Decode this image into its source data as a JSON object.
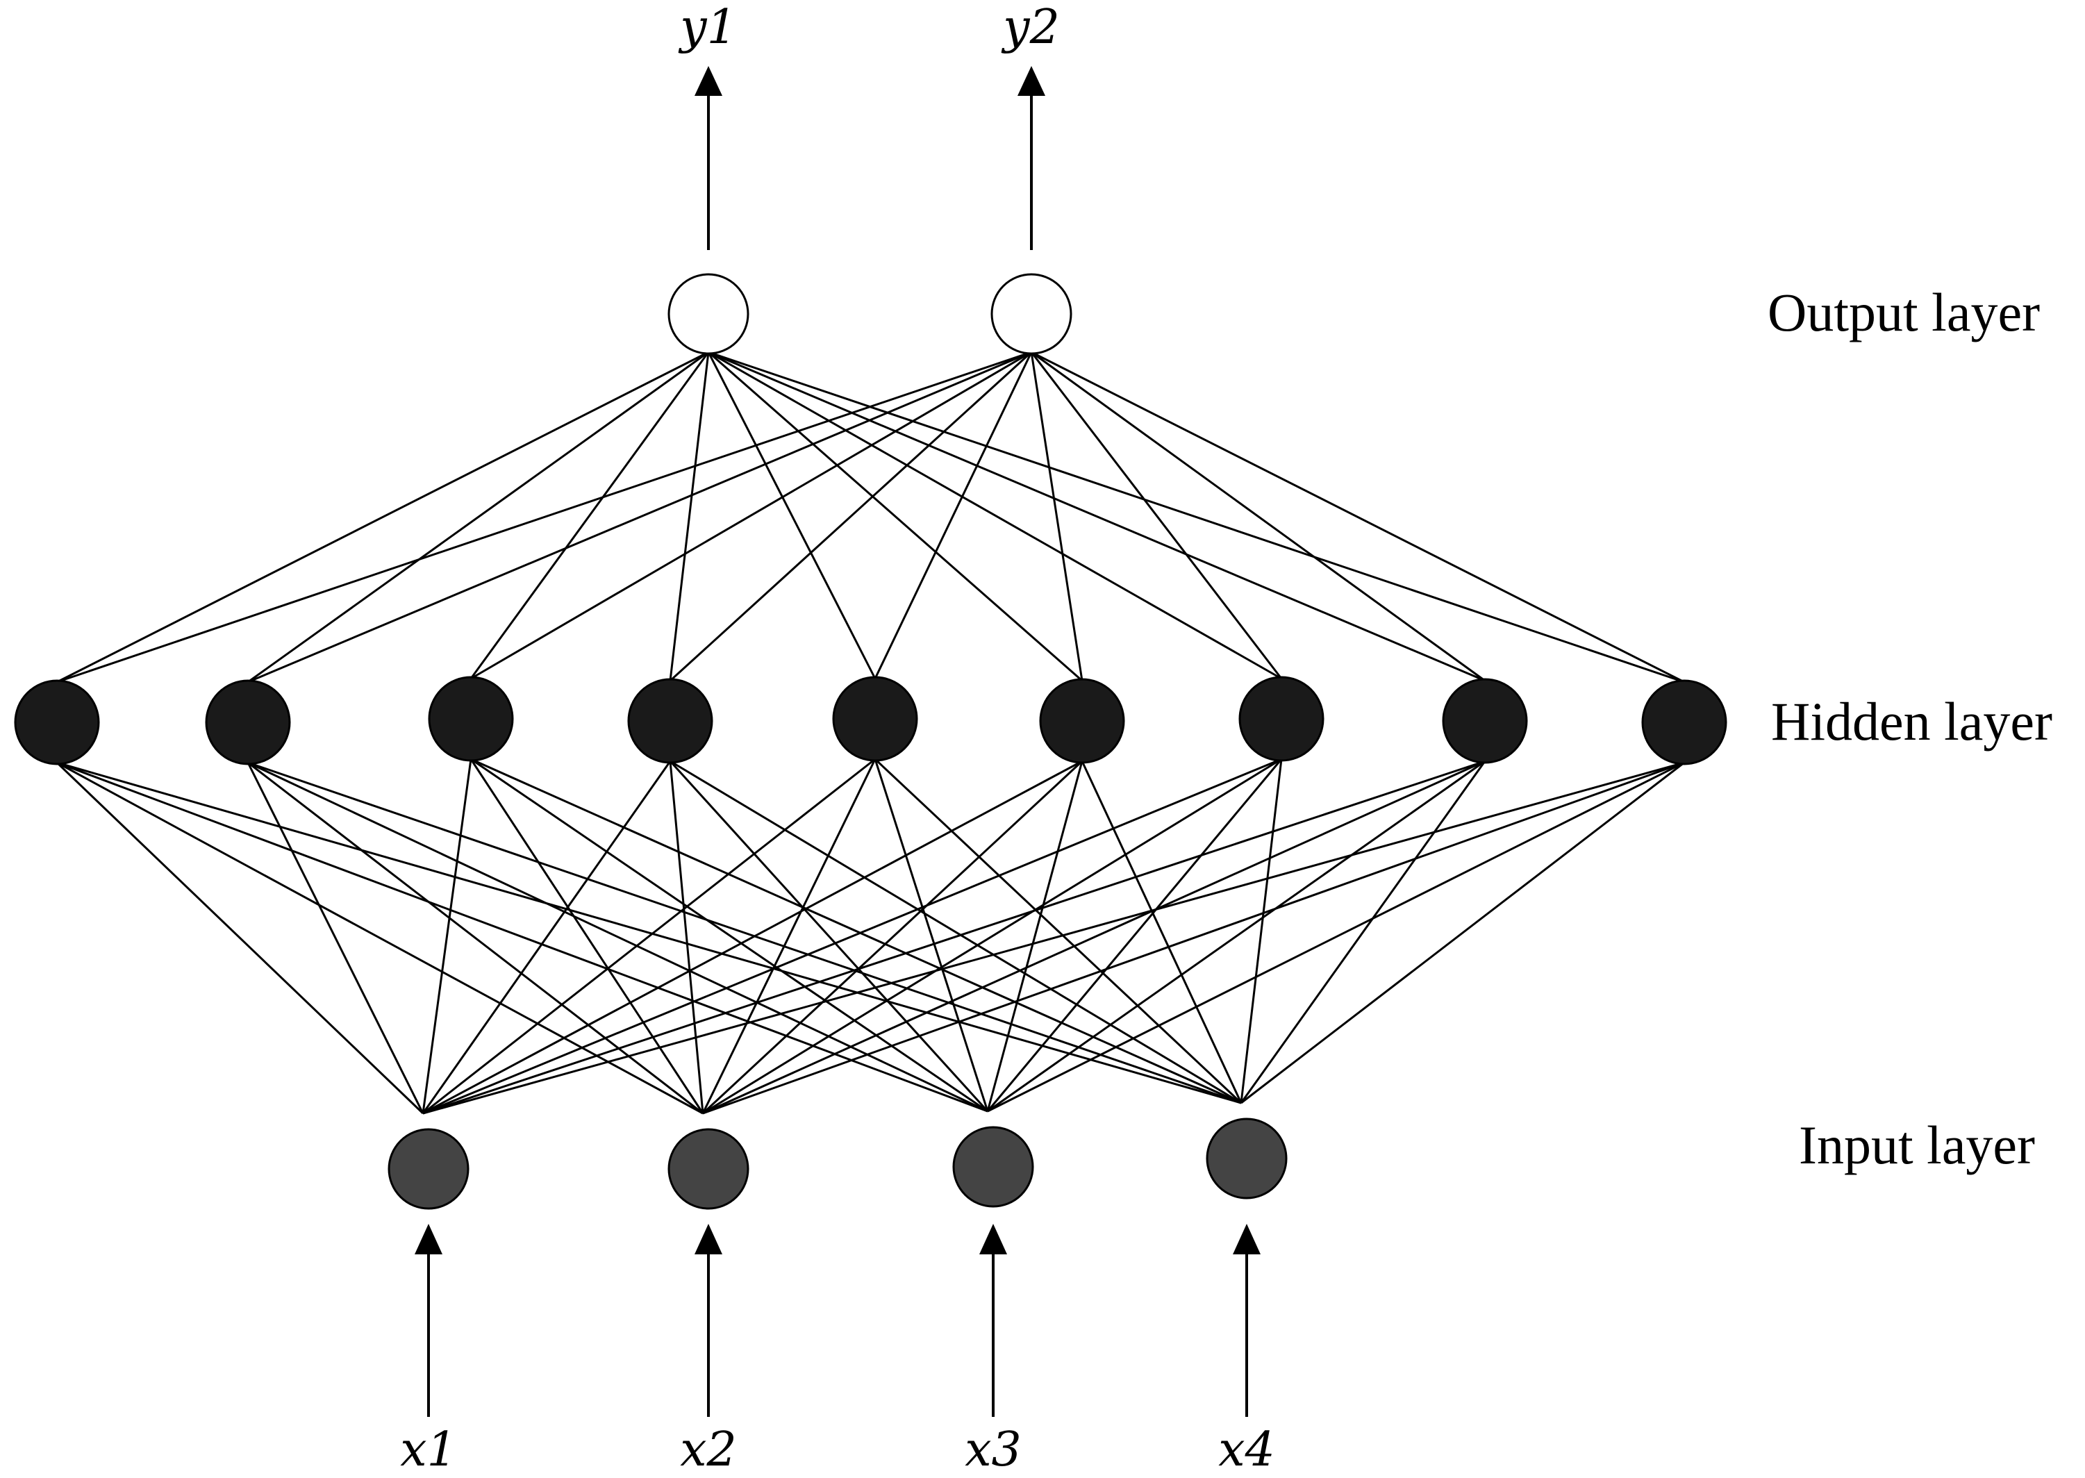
{
  "diagram": {
    "layers": {
      "output": {
        "label": "Output layer",
        "node_count": 2,
        "node_fill": "#ffffff",
        "labels": [
          "y1",
          "y2"
        ]
      },
      "hidden": {
        "label": "Hidden layer",
        "node_count": 9,
        "node_fill": "#1a1a1a"
      },
      "input": {
        "label": "Input layer",
        "node_count": 4,
        "node_fill": "#444444",
        "labels": [
          "x1",
          "x2",
          "x3",
          "x4"
        ]
      }
    },
    "connectivity": "fully-connected",
    "edge_color": "#000000"
  }
}
